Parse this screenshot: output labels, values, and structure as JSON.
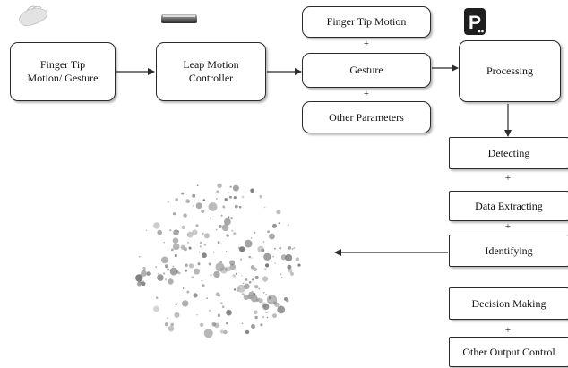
{
  "diagram": {
    "nodes": {
      "finger_motion": "Finger Tip\nMotion/ Gesture",
      "leap": "Leap Motion\nController",
      "ftm": "Finger Tip Motion",
      "gesture": "Gesture",
      "other_params": "Other Parameters",
      "processing": "Processing",
      "detecting": "Detecting",
      "data_extracting": "Data Extracting",
      "identifying": "Identifying",
      "decision_making": "Decision Making",
      "other_output": "Other Output Control"
    },
    "plus_sign": "+",
    "processing_icon_letter": "P"
  },
  "colors": {
    "line": "#2b2b2b",
    "dots": "#8a8a8a",
    "icon_bg": "#1e1e1e"
  },
  "icons": [
    "hand-icon",
    "leap-device-icon",
    "processing-logo-icon",
    "particle-sphere-image"
  ]
}
